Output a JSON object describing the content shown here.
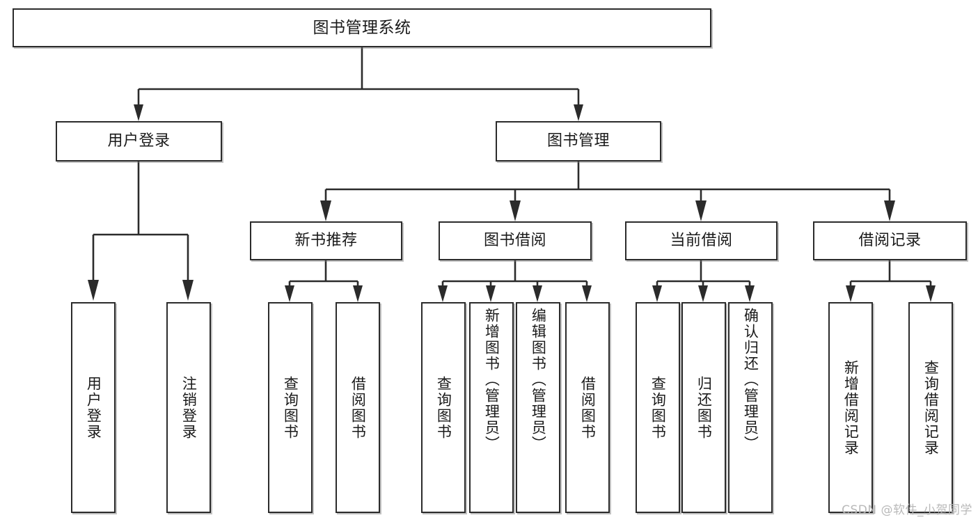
{
  "diagram": {
    "title": "图书管理系统",
    "watermark": "CSDN @软件_小贺同学",
    "colors": {
      "stroke": "#2b2b2b",
      "background": "#ffffff",
      "text": "#1a1a1a",
      "watermark": "#b9b9b9"
    },
    "root": {
      "label": "图书管理系统"
    },
    "level1": [
      {
        "label": "用户登录"
      },
      {
        "label": "图书管理"
      }
    ],
    "level2": [
      {
        "label": "新书推荐"
      },
      {
        "label": "图书借阅"
      },
      {
        "label": "当前借阅"
      },
      {
        "label": "借阅记录"
      }
    ],
    "leaves": [
      {
        "label": "用户登录",
        "parent": "用户登录"
      },
      {
        "label": "注销登录",
        "parent": "用户登录"
      },
      {
        "label": "查询图书",
        "parent": "新书推荐"
      },
      {
        "label": "借阅图书",
        "parent": "新书推荐"
      },
      {
        "label": "查询图书",
        "parent": "图书借阅"
      },
      {
        "label": "新增图书（管理员）",
        "parent": "图书借阅"
      },
      {
        "label": "编辑图书（管理员）",
        "parent": "图书借阅"
      },
      {
        "label": "借阅图书",
        "parent": "图书借阅"
      },
      {
        "label": "查询图书",
        "parent": "当前借阅"
      },
      {
        "label": "归还图书",
        "parent": "当前借阅"
      },
      {
        "label": "确认归还（管理员）",
        "parent": "当前借阅"
      },
      {
        "label": "新增借阅记录",
        "parent": "借阅记录"
      },
      {
        "label": "查询借阅记录",
        "parent": "借阅记录"
      }
    ]
  }
}
